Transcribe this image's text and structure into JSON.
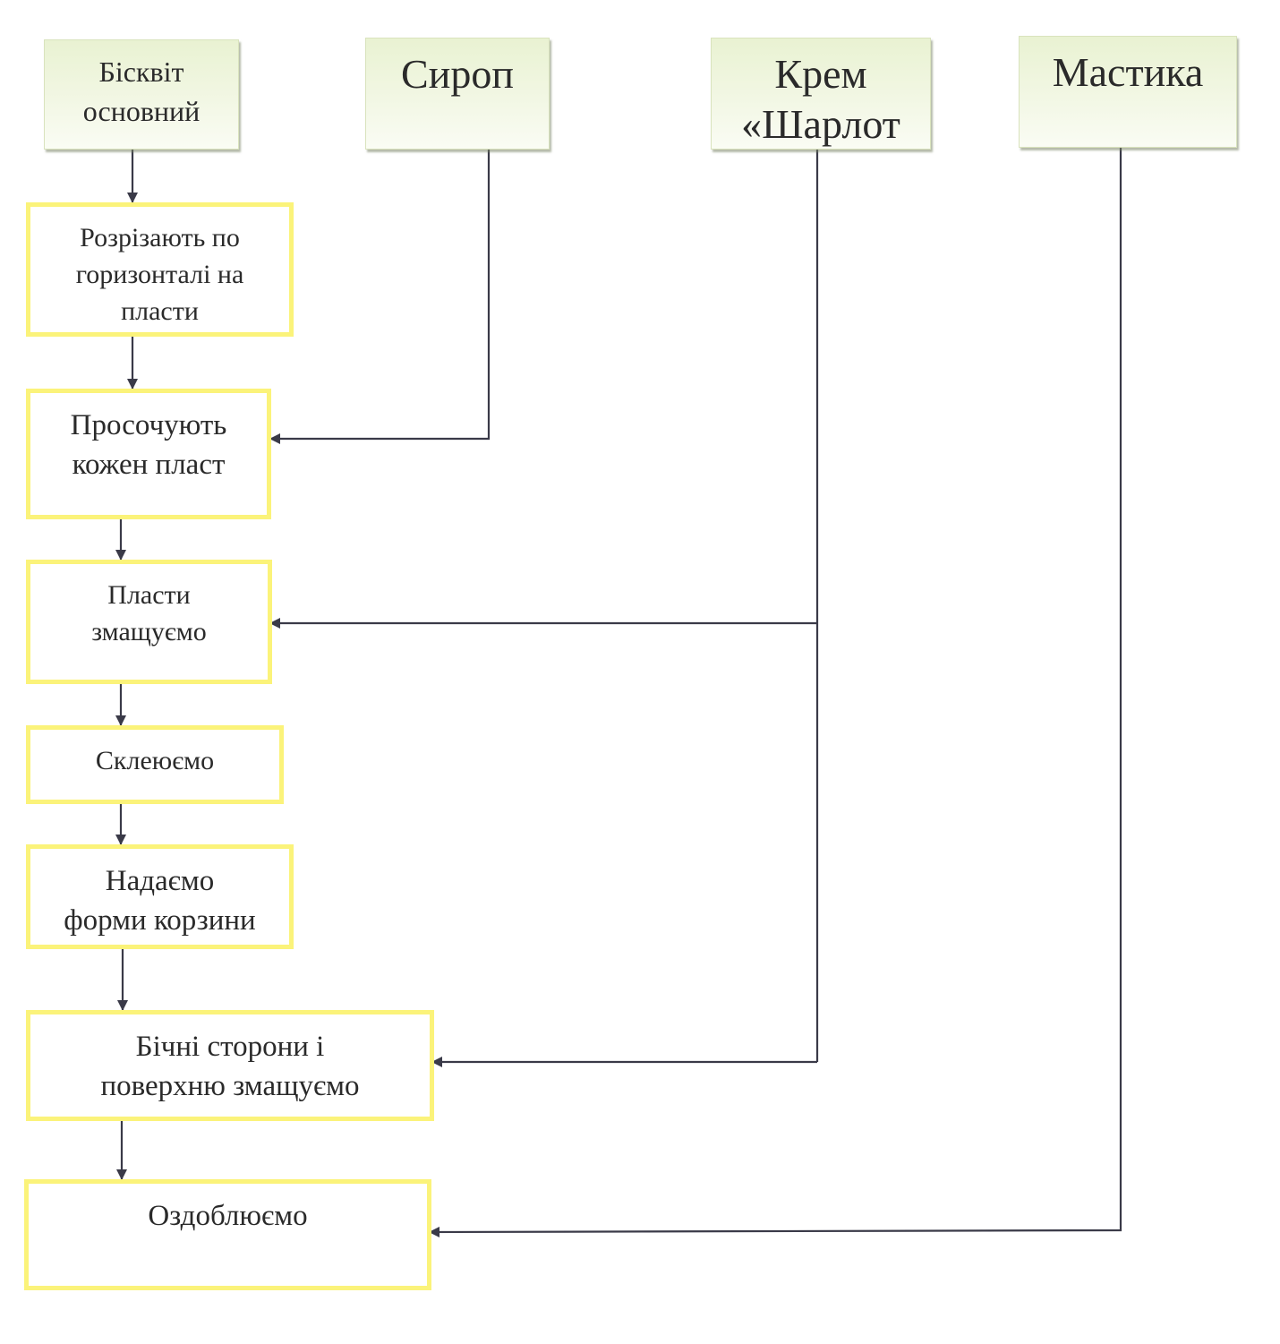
{
  "sources": {
    "biscuit": "Бісквіт\nосновний",
    "syrup": "Сироп",
    "cream": "Крем\n«Шарлот",
    "mastic": "Мастика"
  },
  "steps": [
    "Розрізають по\nгоризонталі на\nпласти",
    "Просочують\nкожен пласт",
    "Пласти\nзмащуємо",
    "Склеюємо",
    "Надаємо\nформи корзини",
    "Бічні сторони і\nповерхню змащуємо",
    "Оздоблюємо"
  ],
  "colors": {
    "step_border": "#fbf37a",
    "source_fill": "#eef5dc",
    "line": "#3a3a48"
  }
}
